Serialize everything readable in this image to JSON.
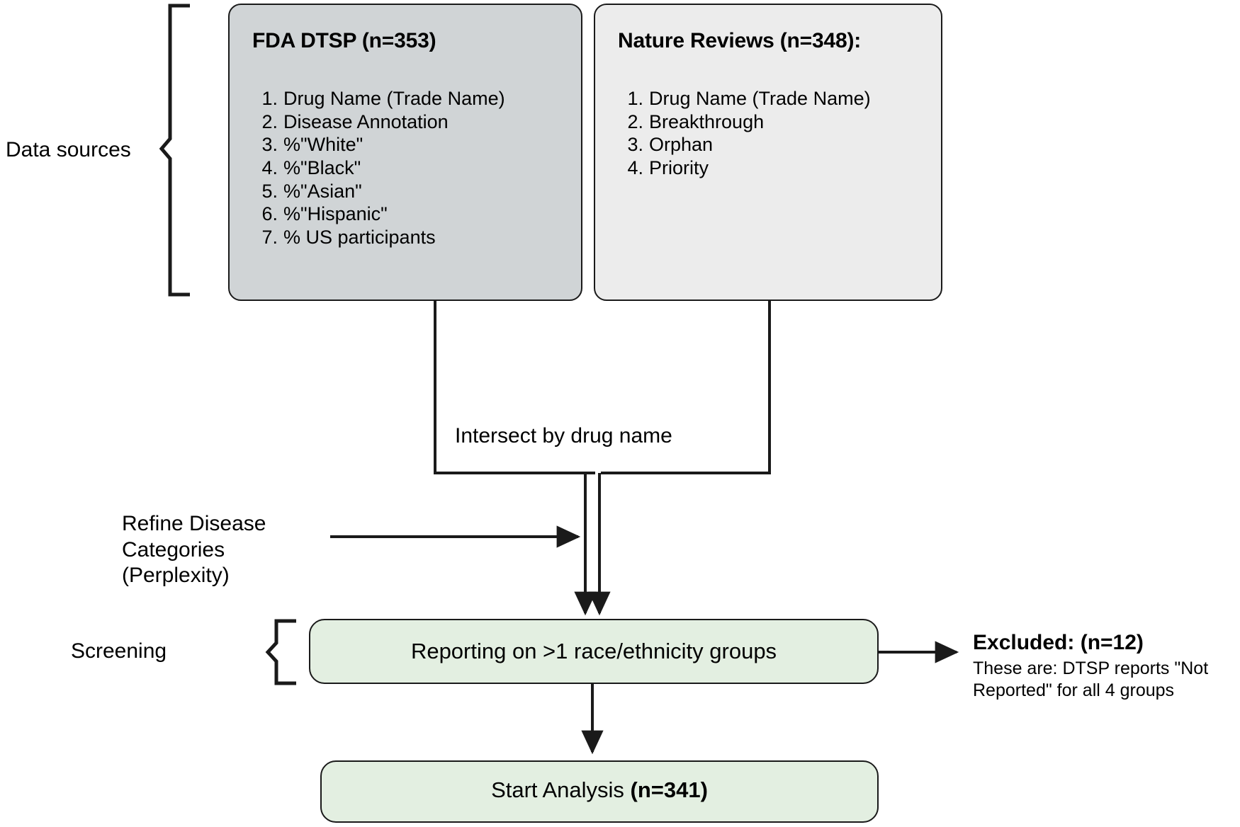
{
  "diagram": {
    "title_absent": true,
    "stage_labels": {
      "data_sources": "Data sources",
      "screening": "Screening"
    },
    "sources": [
      {
        "id": "fda-dtsp",
        "title": "FDA DTSP (n=353)",
        "n": 353,
        "fill": "#d0d4d6",
        "items": [
          "Drug Name (Trade Name)",
          "Disease Annotation",
          "%\"White\"",
          "%\"Black\"",
          "%\"Asian\"",
          "%\"Hispanic\"",
          "% US participants"
        ]
      },
      {
        "id": "nature-reviews",
        "title": "Nature Reviews (n=348):",
        "n": 348,
        "fill": "#ececec",
        "items": [
          "Drug Name (Trade Name)",
          "Breakthrough",
          "Orphan",
          "Priority"
        ]
      }
    ],
    "edge_labels": {
      "intersect": "Intersect by drug name",
      "refine_line1": "Refine Disease",
      "refine_line2": "Categories (Perplexity)"
    },
    "screening_box": {
      "text": "Reporting on >1 race/ethnicity groups",
      "fill": "#e3efe1"
    },
    "excluded": {
      "title": "Excluded:  (n=12)",
      "n": 12,
      "detail": "These are: DTSP reports \"Not Reported\" for all 4 groups"
    },
    "result_box": {
      "text_plain": "Start Analysis ",
      "text_bold": "(n=341)",
      "n": 341,
      "fill": "#e3efe1"
    },
    "colors": {
      "stroke": "#1a1a1a",
      "gray_fill": "#d0d4d6",
      "light_gray_fill": "#ececec",
      "green_fill": "#e3efe1",
      "text": "#000000",
      "background": "#ffffff"
    }
  }
}
